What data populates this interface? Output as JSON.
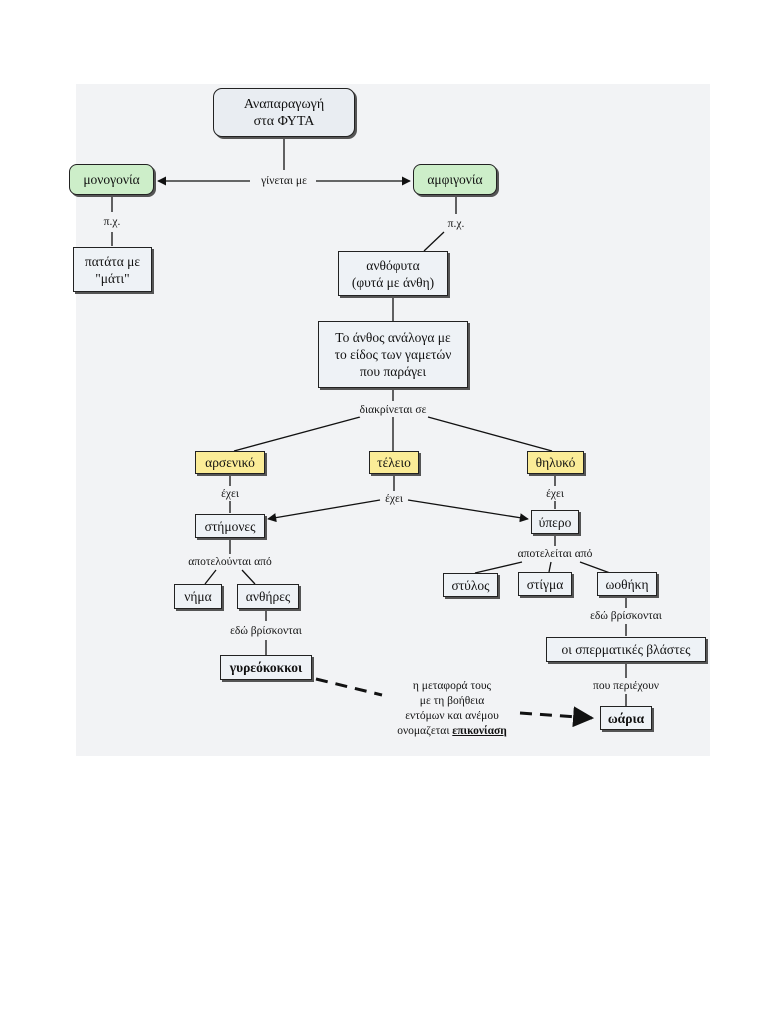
{
  "nodes": {
    "root": "Αναπαραγωγή\nστα ΦΥΤΑ",
    "monogonia": "μονογονία",
    "amfigonia": "αμφιγονία",
    "patata": "πατάτα με\n\"μάτι\"",
    "anthofyta": "ανθόφυτα\n(φυτά με άνθη)",
    "anthos": "Το άνθος ανάλογα με\nτο είδος των γαμετών\nπου παράγει",
    "arseniko": "αρσενικό",
    "teleio": "τέλειο",
    "thyliko": "θηλυκό",
    "stimones": "στήμονες",
    "ypero": "ύπερο",
    "nima": "νήμα",
    "anthires": "ανθήρες",
    "stylos": "στύλος",
    "stigma": "στίγμα",
    "oothiki": "ωοθήκη",
    "gyreokokkoi": "γυρεόκοκκοι",
    "vlastes": "οι σπερματικές βλάστες",
    "oaria": "ωάρια"
  },
  "labels": {
    "ginetai_me": "γίνεται με",
    "px_left": "π.χ.",
    "px_right": "π.χ.",
    "diakrinetai": "διακρίνεται σε",
    "exei_left": "έχει",
    "exei_mid": "έχει",
    "exei_right": "έχει",
    "apoteloyntai": "αποτελούνται από",
    "apoteleitai": "αποτελείται από",
    "edo_left": "εδώ βρίσκονται",
    "edo_right": "εδώ βρίσκονται",
    "periexoun": "που περιέχουν"
  },
  "note": {
    "line1": "η μεταφορά τους",
    "line2": "με τη βοήθεια",
    "line3": "εντόμων και ανέμου",
    "line4_prefix": "ονομαζεται",
    "line4_term": "επικονίαση"
  }
}
